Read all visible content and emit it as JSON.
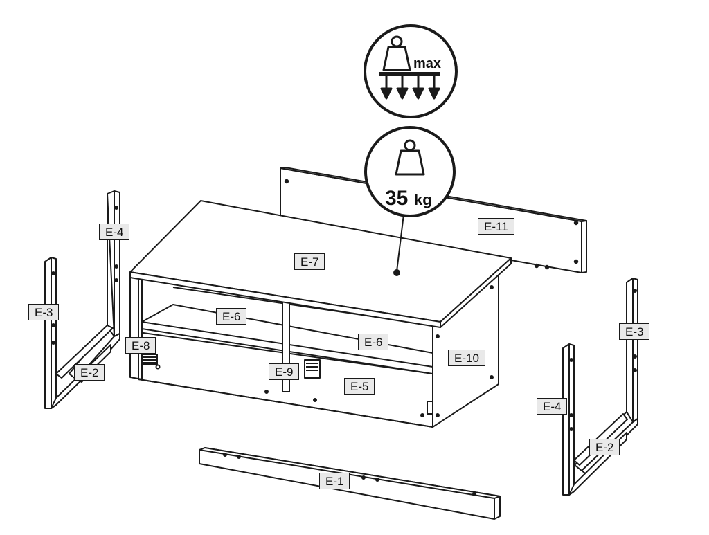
{
  "weight_badge": {
    "max_text": "max",
    "load_value": "35",
    "load_unit": "kg"
  },
  "parts": {
    "e7": "E-7",
    "e11": "E-11",
    "e6_left": "E-6",
    "e6_right": "E-6",
    "e5": "E-5",
    "e10": "E-10",
    "e8": "E-8",
    "e9": "E-9",
    "e4_left": "E-4",
    "e3_left": "E-3",
    "e2_left": "E-2",
    "e3_right": "E-3",
    "e4_right": "E-4",
    "e2_right": "E-2",
    "e1": "E-1"
  },
  "colors": {
    "line": "#1a1a1a",
    "label_fill": "#e9e9e9",
    "panel_fill": "#ffffff"
  }
}
